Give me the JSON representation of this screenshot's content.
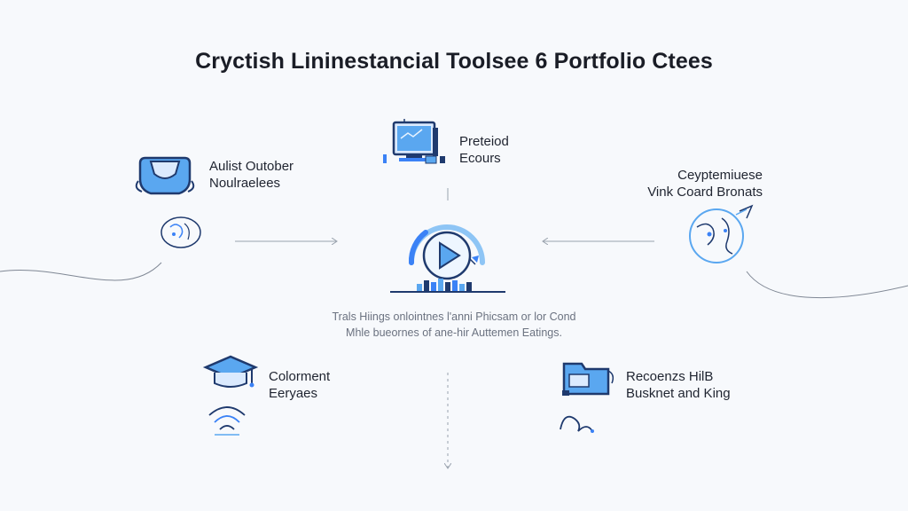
{
  "title": "Cryctish Lininestancial Toolsee 6 Portfolio Ctees",
  "nodes": {
    "top_center": {
      "line1": "Preteiod",
      "line2": "Ecours",
      "icon": "monitor-icon"
    },
    "left_upper": {
      "line1": "Aulist Outober",
      "line2": "Noulraelees",
      "icon": "shield-icon"
    },
    "right_upper": {
      "line1": "Ceyptemiuese",
      "line2": "Vink Coard Bronats",
      "icon": "globe-icon"
    },
    "left_lower": {
      "line1": "Colorment",
      "line2": "Eeryaes",
      "icon": "graduation-cap-icon"
    },
    "right_lower": {
      "line1": "Recoenzs HilB",
      "line2": "Busknet and King",
      "icon": "folder-icon"
    }
  },
  "center": {
    "icon": "play-dial-icon",
    "caption_line1": "Trals Hiings onlointnes l'anni Phicsam or lor Cond",
    "caption_line2": "Mhle bueornes of ane-hir Auttemen Eatings."
  },
  "colors": {
    "accent": "#3b82f6",
    "accent_light": "#8ec5f5",
    "navy": "#1f3a6e",
    "line": "#9aa3ae",
    "background": "#f7f9fc"
  }
}
